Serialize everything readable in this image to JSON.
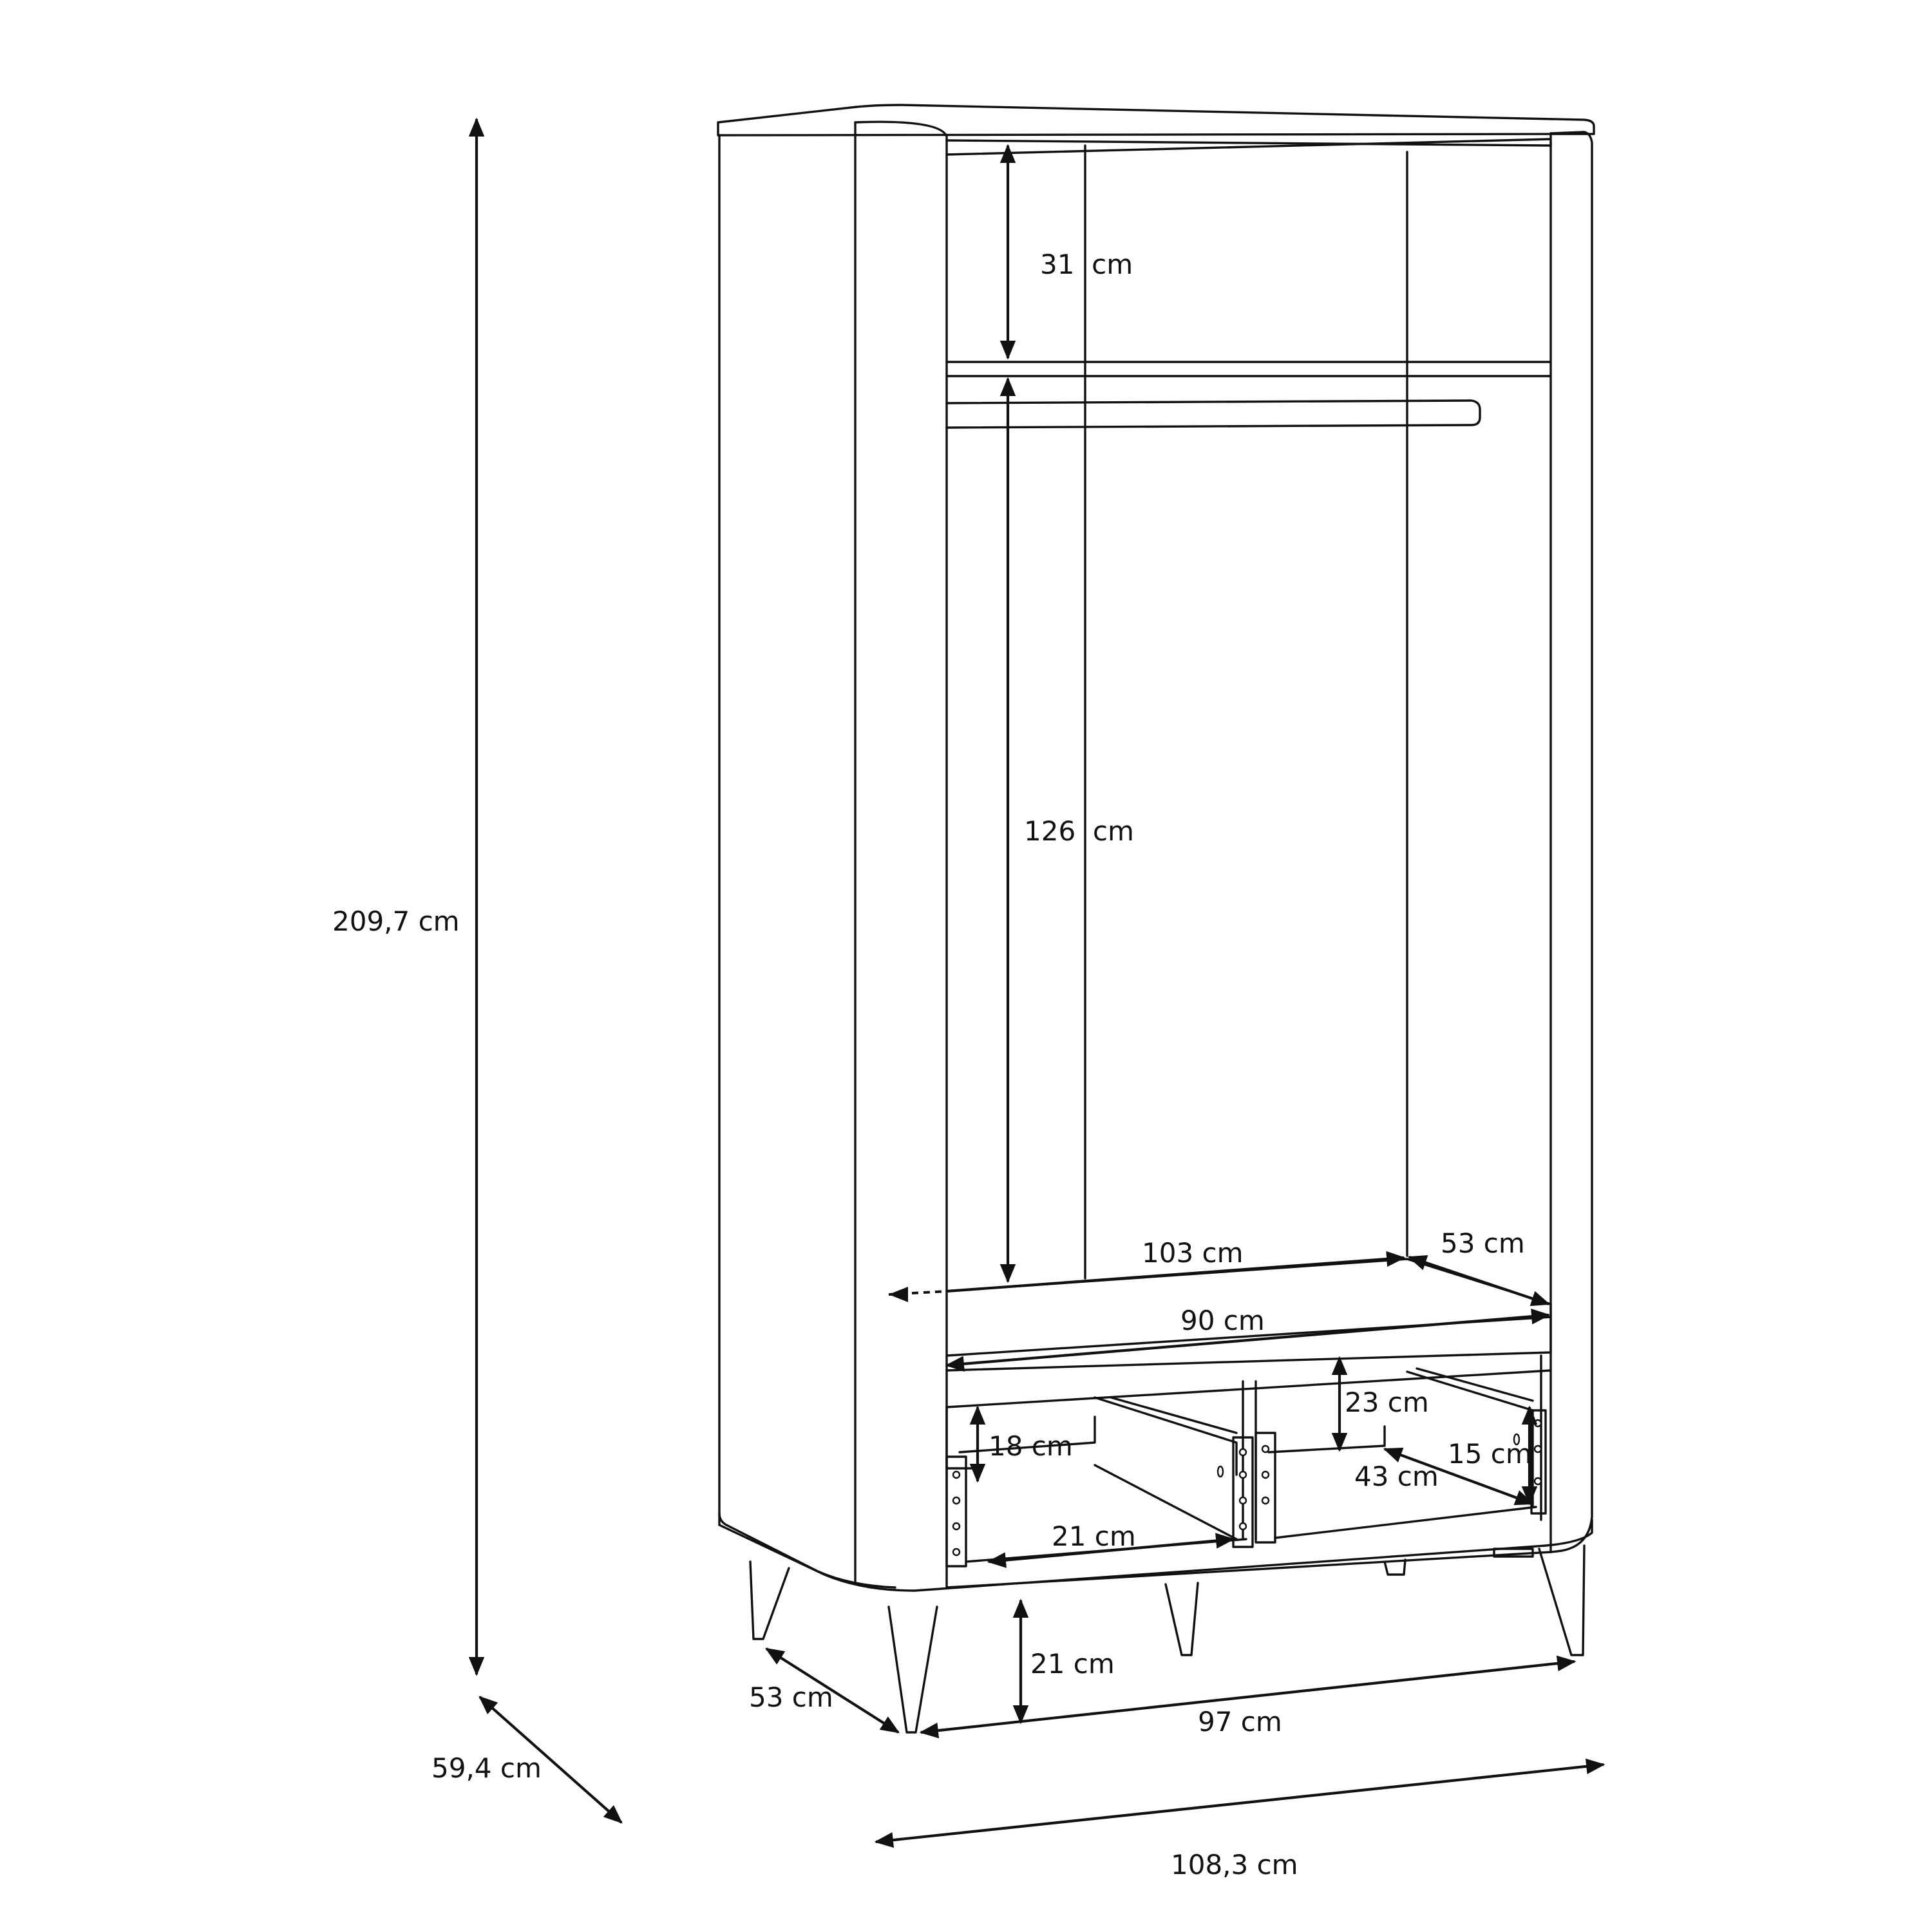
{
  "dimensions": {
    "overall_height": "209,7 cm",
    "overall_depth": "59,4 cm",
    "overall_width": "108,3 cm",
    "top_shelf_height": "31  cm",
    "hanging_height": "126  cm",
    "shelf_width": "103 cm",
    "shelf_depth": "53 cm",
    "inner_width": "90 cm",
    "compartment_height": "23 cm",
    "drawer_height": "18 cm",
    "drawer_depth": "43 cm",
    "drawer_width": "21 cm",
    "drawer_inner_height": "15 cm",
    "leg_height": "21 cm",
    "base_width": "97 cm",
    "base_depth": "53 cm"
  },
  "colors": {
    "line": "#111111",
    "background": "#ffffff"
  }
}
